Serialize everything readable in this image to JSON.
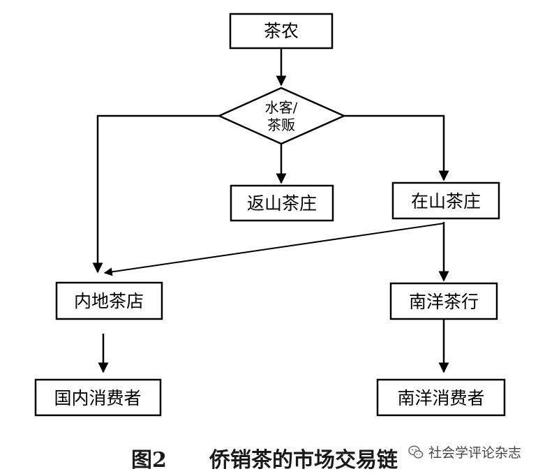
{
  "nodes": {
    "tea_farmer": "茶农",
    "water_guest_line1": "水客/",
    "water_guest_line2": "茶贩",
    "return_mountain": "返山茶庄",
    "in_mountain": "在山茶庄",
    "inland_shop": "内地茶店",
    "nanyang_firm": "南洋茶行",
    "domestic_consumer": "国内消费者",
    "nanyang_consumer": "南洋消费者"
  },
  "caption": {
    "figure_number": "图2",
    "title": "侨销茶的市场交易链"
  },
  "watermark": {
    "text": "社会学评论杂志",
    "icon": "wechat-icon"
  }
}
